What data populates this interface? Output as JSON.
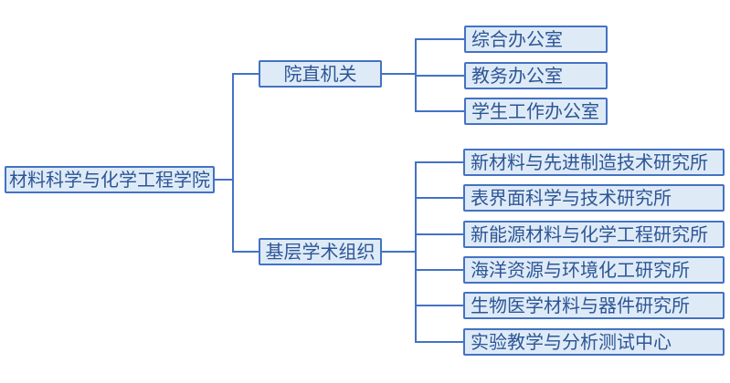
{
  "diagram": {
    "type": "org-tree",
    "root": {
      "label": "材料科学与化学工程学院"
    },
    "branches": [
      {
        "label": "院直机关",
        "children": [
          "综合办公室",
          "教务办公室",
          "学生工作办公室"
        ]
      },
      {
        "label": "基层学术组织",
        "children": [
          "新材料与先进制造技术研究所",
          "表界面科学与技术研究所",
          "新能源材料与化学工程研究所",
          "海洋资源与环境化工研究所",
          "生物医学材料与器件研究所",
          "实验教学与分析测试中心"
        ]
      }
    ],
    "colors": {
      "background": "#FFFFFF",
      "box_fill": "#DEEBF7",
      "box_border": "#4472C4",
      "line": "#4472C4",
      "text": "#2E5596"
    }
  }
}
